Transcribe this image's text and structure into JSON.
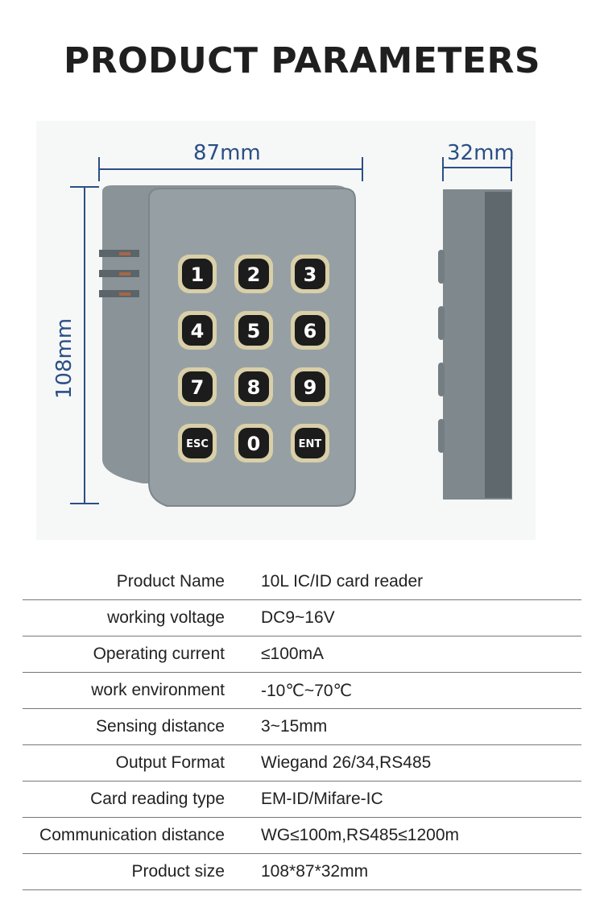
{
  "page": {
    "title": "PRODUCT PARAMETERS"
  },
  "dimensions": {
    "width": "87mm",
    "height": "108mm",
    "depth": "32mm"
  },
  "keypad": {
    "keys": [
      "1",
      "2",
      "3",
      "4",
      "5",
      "6",
      "7",
      "8",
      "9",
      "ESC",
      "0",
      "ENT"
    ]
  },
  "colors": {
    "dimension_lines": "#2b4f86",
    "device_body": "#8d979b",
    "key_face": "#1c1c1c"
  },
  "specs": [
    {
      "label": "Product Name",
      "value": "10L IC/ID card reader"
    },
    {
      "label": "working voltage",
      "value": "DC9~16V"
    },
    {
      "label": "Operating current",
      "value": "≤100mA"
    },
    {
      "label": "work environment",
      "value": "-10℃~70℃"
    },
    {
      "label": "Sensing distance",
      "value": "3~15mm"
    },
    {
      "label": "Output Format",
      "value": "Wiegand 26/34,RS485"
    },
    {
      "label": "Card reading type",
      "value": "EM-ID/Mifare-IC"
    },
    {
      "label": "Communication distance",
      "value": "WG≤100m,RS485≤1200m"
    },
    {
      "label": "Product size",
      "value": "108*87*32mm"
    }
  ]
}
